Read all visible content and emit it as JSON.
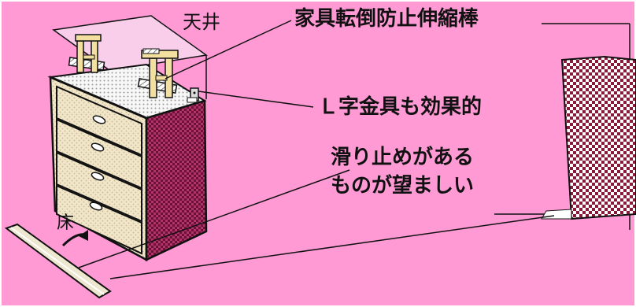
{
  "labels": {
    "ceiling": "天井",
    "tension_rod": "家具転倒防止伸縮棒",
    "l_bracket": "Ｌ字金具も効果的",
    "non_slip_line1": "滑り止めがある",
    "non_slip_line2": "ものが望ましい",
    "floor": "床"
  },
  "colors": {
    "background": "#ff9ad5",
    "outline": "#111111",
    "rod_fill": "#f3dfa0",
    "ceiling_panel": "#f7d7ee",
    "dresser_top": "#f4f4f4",
    "dresser_front": "#f1e6c9",
    "dresser_side": "#b0356b",
    "check_dark": "#8a1a3a",
    "floor_strip": "#ede7cf"
  },
  "icons": [
    "curved-arrow-icon"
  ]
}
